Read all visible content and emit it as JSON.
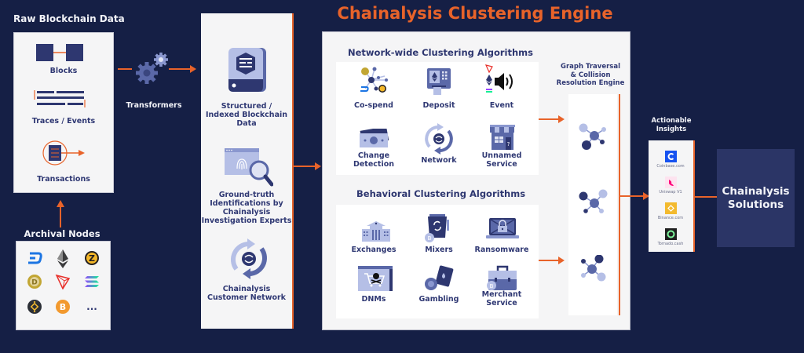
{
  "title": "Chainalysis Clustering Engine",
  "raw_data": {
    "heading": "Raw Blockchain Data",
    "items": [
      {
        "label": "Blocks",
        "icon": "blocks-icon"
      },
      {
        "label": "Traces / Events",
        "icon": "traces-icon"
      },
      {
        "label": "Transactions",
        "icon": "transaction-icon"
      }
    ]
  },
  "archival": {
    "heading": "Archival Nodes",
    "coins": [
      "dash",
      "ethereum",
      "zcash",
      "dogecoin",
      "tron",
      "solana",
      "binance",
      "bitcoin",
      "more"
    ],
    "more_label": "..."
  },
  "transformers": {
    "label": "Transformers"
  },
  "sources": {
    "items": [
      {
        "label_lines": [
          "Structured  /",
          "Indexed Blockchain",
          "Data"
        ]
      },
      {
        "label_lines": [
          "Ground-truth",
          "Identifications by",
          "Chainalysis",
          "Investigation Experts"
        ]
      },
      {
        "label_lines": [
          "Chainalysis",
          "Customer Network"
        ]
      }
    ]
  },
  "network_wide": {
    "heading": "Network-wide Clustering Algorithms",
    "items": [
      {
        "label_lines": [
          "Co-spend"
        ]
      },
      {
        "label_lines": [
          "Deposit"
        ]
      },
      {
        "label_lines": [
          "Event"
        ]
      },
      {
        "label_lines": [
          "Change",
          "Detection"
        ]
      },
      {
        "label_lines": [
          "Network"
        ]
      },
      {
        "label_lines": [
          "Unnamed",
          "Service"
        ]
      }
    ]
  },
  "behavioral": {
    "heading": "Behavioral Clustering Algorithms",
    "items": [
      {
        "label_lines": [
          "Exchanges"
        ]
      },
      {
        "label_lines": [
          "Mixers"
        ]
      },
      {
        "label_lines": [
          "Ransomware"
        ]
      },
      {
        "label_lines": [
          "DNMs"
        ]
      },
      {
        "label_lines": [
          "Gambling"
        ]
      },
      {
        "label_lines": [
          "Merchant",
          "Service"
        ]
      }
    ]
  },
  "graph": {
    "label_lines": [
      "Graph Traversal",
      "& Collision",
      "Resolution Engine"
    ]
  },
  "insights": {
    "heading_lines": [
      "Actionable",
      "Insights"
    ],
    "items": [
      {
        "label": "Coinbase.com",
        "color": "#1652f0"
      },
      {
        "label": "Uniswap V1",
        "color": "#ff007a"
      },
      {
        "label": "Binance.com",
        "color": "#f3ba2f"
      },
      {
        "label": "Tornado.cash",
        "color": "#1f1f1f"
      }
    ]
  },
  "solutions": {
    "label_lines": [
      "Chainalysis",
      "Solutions"
    ]
  },
  "colors": {
    "accent": "#e8632a",
    "background": "#151f45",
    "navy": "#2e3770",
    "panel": "#f5f5f6",
    "solutions_box": "#2b3566"
  }
}
